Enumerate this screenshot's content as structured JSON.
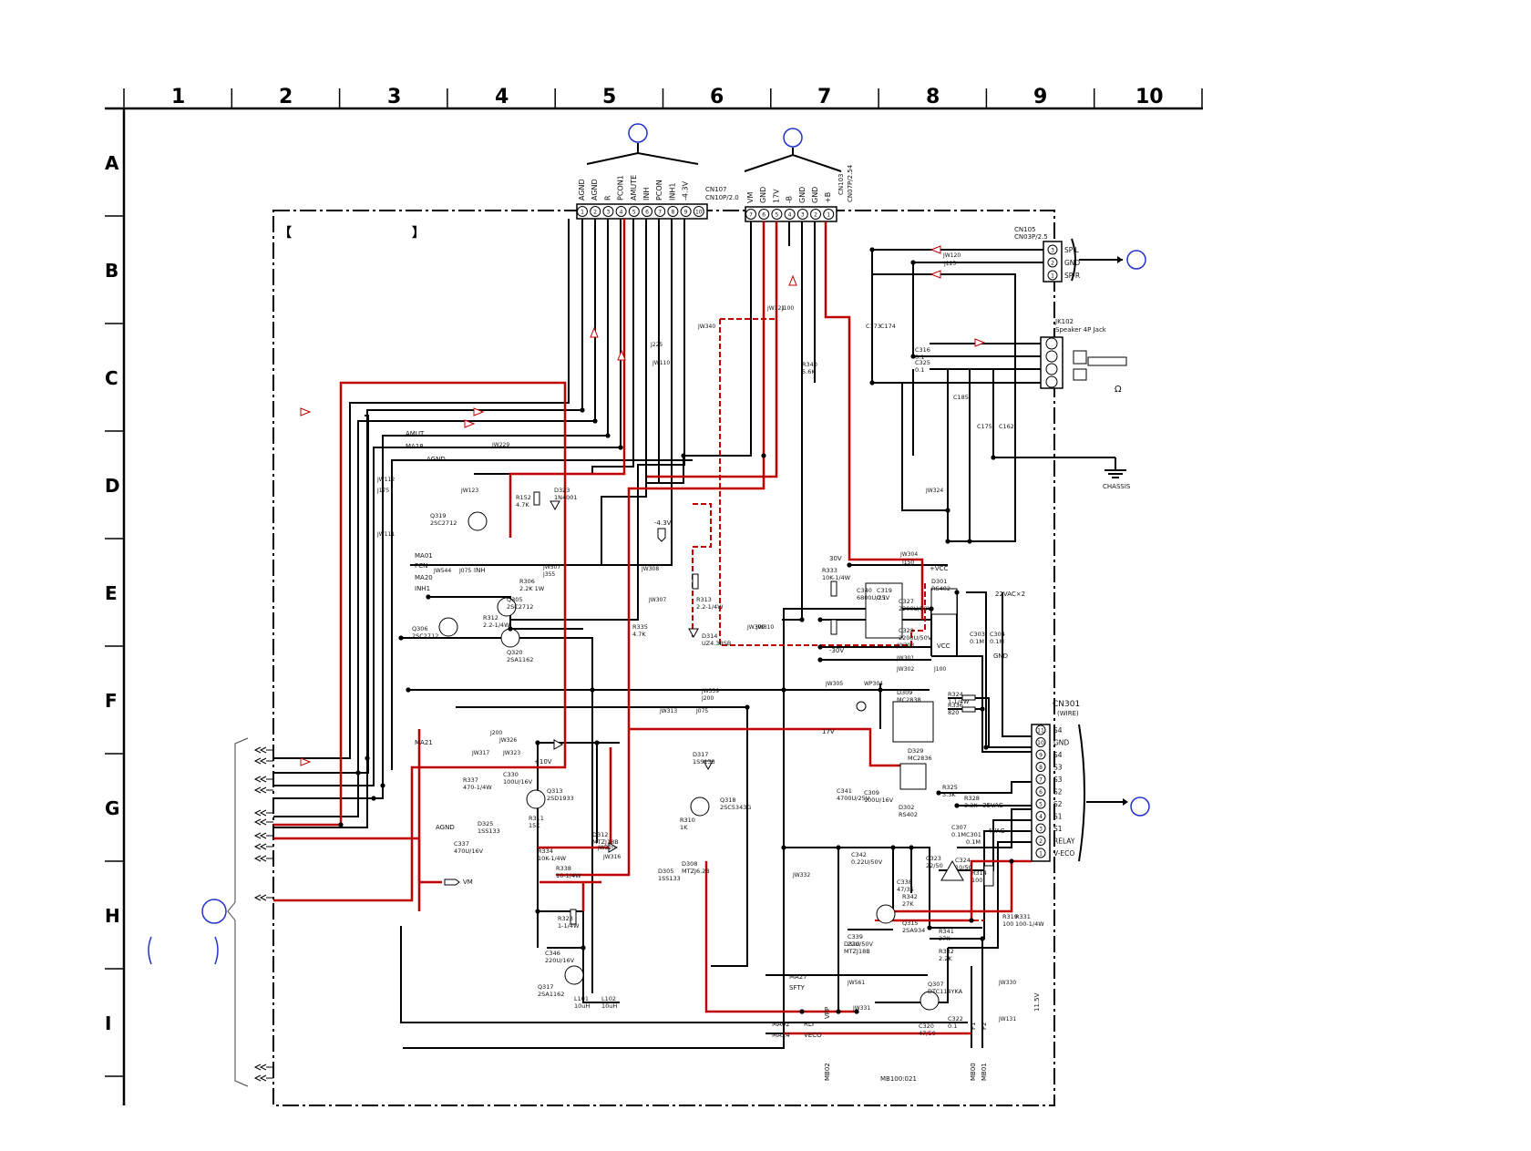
{
  "grid": {
    "columns": [
      "1",
      "2",
      "3",
      "4",
      "5",
      "6",
      "7",
      "8",
      "9",
      "10"
    ],
    "rows": [
      "A",
      "B",
      "C",
      "D",
      "E",
      "F",
      "G",
      "H",
      "I"
    ]
  },
  "connectors": {
    "cn107": {
      "ref": "CN107",
      "type": "CN10P/2.0",
      "pins": [
        "AGND",
        "AGND",
        "R",
        "PCON1",
        "AMUTE",
        "INH",
        "PCON",
        "INH1",
        "-4.3V"
      ],
      "numbers": [
        "1",
        "2",
        "3",
        "4",
        "5",
        "6",
        "7",
        "8",
        "9",
        "10"
      ]
    },
    "cn103": {
      "ref": "CN103",
      "type": "CN07P/2.54",
      "pins": [
        "VM",
        "GND",
        "17V",
        "-B",
        "GND",
        "GND",
        "+B"
      ],
      "numbers": [
        "7",
        "6",
        "5",
        "4",
        "3",
        "2",
        "1"
      ]
    },
    "cn105": {
      "ref": "CN105",
      "type": "CN03P/2.5",
      "pins": [
        "SP L",
        "GND",
        "SP-R"
      ],
      "numbers": [
        "3",
        "2",
        "1"
      ]
    },
    "jk102": {
      "ref": "JK102",
      "desc": "Speaker 4P Jack",
      "ohm": "Ω"
    },
    "cn301": {
      "ref": "CN301",
      "type": "(WIRE)",
      "pins": [
        "S4",
        "GND",
        "S4",
        "S3",
        "S3",
        "S2",
        "S2",
        "S1",
        "S1",
        "RELAY",
        "V-ECO"
      ],
      "numbers": [
        "11",
        "10",
        "9",
        "8",
        "7",
        "6",
        "5",
        "4",
        "3",
        "2",
        "1"
      ]
    }
  },
  "labels": {
    "section_brackets": [
      "【",
      "】"
    ],
    "chassis": "CHASSIS",
    "nets_left": [
      "AMUT",
      "MA18",
      "AGND",
      "MA01",
      "PCN",
      "MA20",
      "INH1",
      "INH",
      "MA21",
      "AGND",
      "VM"
    ],
    "nets_right": [
      "22VAC×2",
      "35VAC",
      "4VAC",
      "17V",
      "30V",
      "-30V",
      "+VCC",
      "VCC",
      "GND",
      "11.5V",
      "F1",
      "F2"
    ],
    "nets_bottom": [
      "MA27",
      "SFTY",
      "MA02",
      "MA24",
      "RLY",
      "VECO",
      "VPP",
      "MB02",
      "MB00",
      "MB01",
      "MB100:021",
      "-4.3V",
      "+10V"
    ]
  },
  "parts": [
    {
      "ref": "Q319",
      "val": "2SC2712"
    },
    {
      "ref": "Q305",
      "val": "2SC2712"
    },
    {
      "ref": "Q306",
      "val": "2SC2712"
    },
    {
      "ref": "Q320",
      "val": "2SA1162"
    },
    {
      "ref": "Q313",
      "val": "2SD1933"
    },
    {
      "ref": "Q318",
      "val": "2SC5343G"
    },
    {
      "ref": "Q317",
      "val": "2SA1162"
    },
    {
      "ref": "Q315",
      "val": "2SA934"
    },
    {
      "ref": "Q307",
      "val": "DTC114YKA"
    },
    {
      "ref": "D301",
      "val": "RS402"
    },
    {
      "ref": "D302",
      "val": "RS402"
    },
    {
      "ref": "D309",
      "val": "MC2838"
    },
    {
      "ref": "D329",
      "val": "MC2836"
    },
    {
      "ref": "D314",
      "val": "UZ4.3BSB"
    },
    {
      "ref": "D317",
      "val": "1SS133"
    },
    {
      "ref": "D323",
      "val": "1N4001"
    },
    {
      "ref": "D312",
      "val": "MTZJ18B"
    },
    {
      "ref": "D325",
      "val": "1SS133"
    },
    {
      "ref": "D308",
      "val": "MTZJ6.2B"
    },
    {
      "ref": "D310",
      "val": "MTZJ18B"
    },
    {
      "ref": "D305",
      "val": "1SS133"
    },
    {
      "ref": "R152",
      "val": "4.7K"
    },
    {
      "ref": "R340",
      "val": "5.6K"
    },
    {
      "ref": "R333",
      "val": "10K-1/4W"
    },
    {
      "ref": "R334",
      "val": "10K-1/4W"
    },
    {
      "ref": "R338",
      "val": "10-1/4W"
    },
    {
      "ref": "R323",
      "val": "1-1/4W"
    },
    {
      "ref": "R324",
      "val": "1-1/4W"
    },
    {
      "ref": "R336",
      "val": "820"
    },
    {
      "ref": "R325",
      "val": "3.3K"
    },
    {
      "ref": "R328",
      "val": "3.3K"
    },
    {
      "ref": "R342",
      "val": "27K"
    },
    {
      "ref": "R341",
      "val": "27K"
    },
    {
      "ref": "R332",
      "val": "2.2K"
    },
    {
      "ref": "R314",
      "val": "100"
    },
    {
      "ref": "R319",
      "val": "100"
    },
    {
      "ref": "R331",
      "val": "100-1/4W"
    },
    {
      "ref": "R313",
      "val": "2.2-1/4W"
    },
    {
      "ref": "R312",
      "val": "2.2-1/4W"
    },
    {
      "ref": "R306",
      "val": "2.2K 1W"
    },
    {
      "ref": "R310",
      "val": "1K"
    },
    {
      "ref": "R311",
      "val": "15K"
    },
    {
      "ref": "R335",
      "val": "4.7K"
    },
    {
      "ref": "R337",
      "val": "470-1/4W"
    },
    {
      "ref": "C330",
      "val": "100U/16V"
    },
    {
      "ref": "C337",
      "val": "470U/16V"
    },
    {
      "ref": "C346",
      "val": "220U/16V"
    },
    {
      "ref": "C341",
      "val": "4700U/25V"
    },
    {
      "ref": "C309",
      "val": "100U/16V"
    },
    {
      "ref": "C340",
      "val": "6800U/25V"
    },
    {
      "ref": "C319",
      "val": "0.1"
    },
    {
      "ref": "C327",
      "val": "2200U/50V"
    },
    {
      "ref": "C328",
      "val": "2200U/50V"
    },
    {
      "ref": "C303",
      "val": "0.1M"
    },
    {
      "ref": "C304",
      "val": "0.1M"
    },
    {
      "ref": "C307",
      "val": "0.1M"
    },
    {
      "ref": "C301",
      "val": "0.1M"
    },
    {
      "ref": "C342",
      "val": "0.22U/50V"
    },
    {
      "ref": "C339",
      "val": "22U/50V"
    },
    {
      "ref": "C323",
      "val": "22/50"
    },
    {
      "ref": "C324",
      "val": "10/50"
    },
    {
      "ref": "C338",
      "val": "47/35"
    },
    {
      "ref": "C320",
      "val": "47/50"
    },
    {
      "ref": "C322",
      "val": "0.1"
    },
    {
      "ref": "C316",
      "val": "0.1"
    },
    {
      "ref": "C325",
      "val": "0.1"
    },
    {
      "ref": "C185",
      "val": ""
    },
    {
      "ref": "C175",
      "val": ""
    },
    {
      "ref": "C162",
      "val": ""
    },
    {
      "ref": "C173",
      "val": ""
    },
    {
      "ref": "C174",
      "val": ""
    },
    {
      "ref": "L101",
      "val": "10uH"
    },
    {
      "ref": "L102",
      "val": "10uH"
    }
  ],
  "jumpers": [
    "JW120",
    "J125",
    "JW121",
    "J100",
    "JW340",
    "JW110",
    "J225",
    "JW123",
    "JW229",
    "JW507",
    "J355",
    "JW544",
    "J075",
    "JW112",
    "J175",
    "JW111",
    "JW308",
    "JW307",
    "JW309",
    "JW310",
    "JW304",
    "J150",
    "JW303",
    "JW301",
    "JW302",
    "J100",
    "JW305",
    "WP304",
    "JW339",
    "J200",
    "JW313",
    "J075",
    "J200",
    "JW326",
    "JW317",
    "JW323",
    "JW320",
    "JW316",
    "JW332",
    "JW561",
    "JW331",
    "JW330",
    "JW131",
    "JW324"
  ]
}
